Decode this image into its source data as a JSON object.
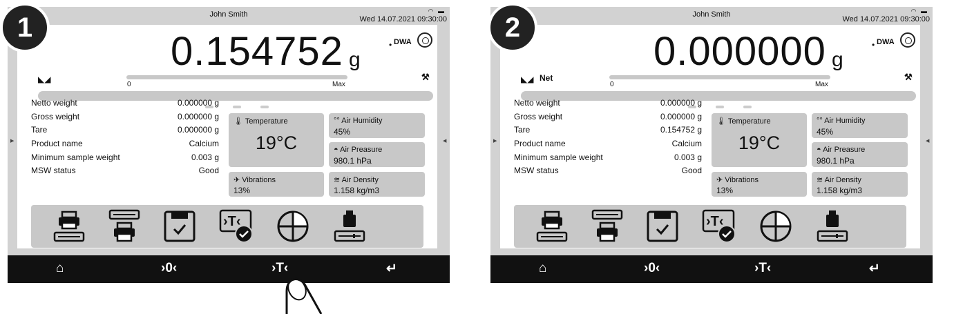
{
  "screens": [
    {
      "step": "1",
      "user": "John Smith",
      "date": "Wed 14.07.2021",
      "time": "09:30:00",
      "weight": "0.154752",
      "unit": "g",
      "mode_label": "",
      "dwa": "DWA",
      "bar_min": "0",
      "bar_max": "Max",
      "rows": [
        {
          "label": "Netto weight",
          "value": "0.000000 g"
        },
        {
          "label": "Gross weight",
          "value": "0.000000 g"
        },
        {
          "label": "Tare",
          "value": "0.000000 g"
        },
        {
          "label": "Product name",
          "value": "Calcium"
        },
        {
          "label": "Minimum sample weight",
          "value": "0.003 g"
        },
        {
          "label": "MSW status",
          "value": "Good"
        }
      ],
      "temperature": {
        "title": "Temperature",
        "value": "19°C"
      },
      "vibrations": {
        "title": "Vibrations",
        "value": "13%"
      },
      "humidity": {
        "title": "Air Humidity",
        "value": "45%"
      },
      "pressure": {
        "title": "Air Preasure",
        "value": "980.1 hPa"
      },
      "density": {
        "title": "Air Density",
        "value": "1.158 kg/m3"
      },
      "bottom": {
        "zero": "›0‹",
        "tare": "›T‹"
      }
    },
    {
      "step": "2",
      "user": "John Smith",
      "date": "Wed 14.07.2021",
      "time": "09:30:00",
      "weight": "0.000000",
      "unit": "g",
      "mode_label": "Net",
      "dwa": "DWA",
      "bar_min": "0",
      "bar_max": "Max",
      "rows": [
        {
          "label": "Netto weight",
          "value": "0.000000 g"
        },
        {
          "label": "Gross weight",
          "value": "0.000000 g"
        },
        {
          "label": "Tare",
          "value": "0.154752 g"
        },
        {
          "label": "Product name",
          "value": "Calcium"
        },
        {
          "label": "Minimum sample weight",
          "value": "0.003 g"
        },
        {
          "label": "MSW status",
          "value": "Good"
        }
      ],
      "temperature": {
        "title": "Temperature",
        "value": "19°C"
      },
      "vibrations": {
        "title": "Vibrations",
        "value": "13%"
      },
      "humidity": {
        "title": "Air Humidity",
        "value": "45%"
      },
      "pressure": {
        "title": "Air Preasure",
        "value": "980.1 hPa"
      },
      "density": {
        "title": "Air Density",
        "value": "1.158 kg/m3"
      },
      "bottom": {
        "zero": "›0‹",
        "tare": "›T‹"
      }
    }
  ]
}
